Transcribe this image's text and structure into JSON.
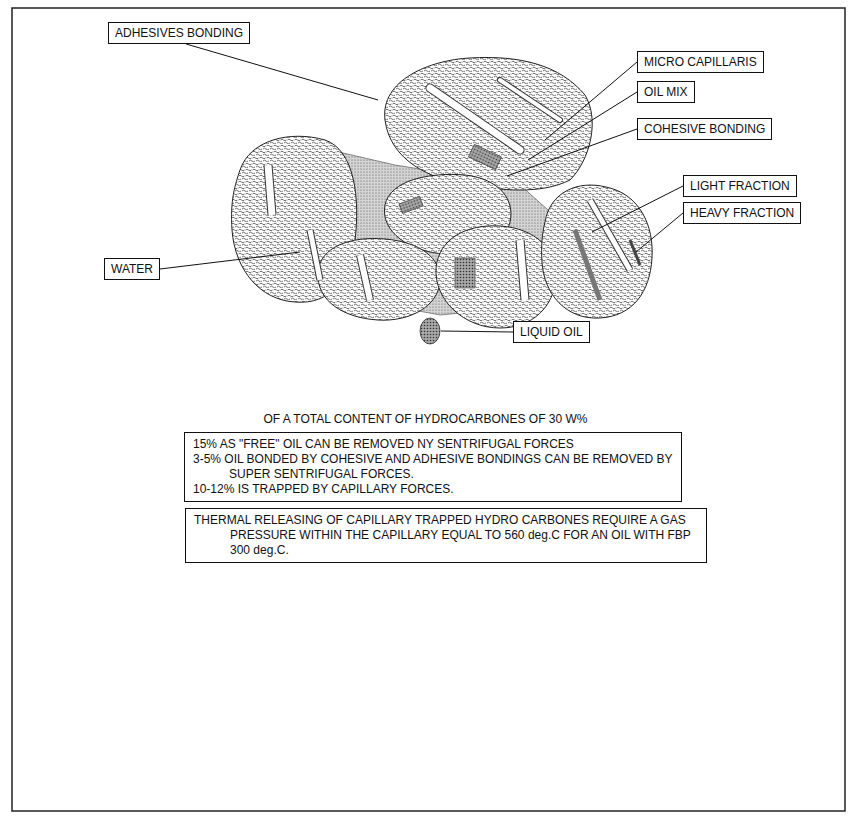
{
  "diagram": {
    "nodes": [
      {
        "text": [
          "ADHESIVES BONDING"
        ]
      },
      {
        "text": [
          "MICRO CAPILLARIS"
        ]
      },
      {
        "text": [
          "OIL MIX"
        ]
      },
      {
        "text": [
          "COHESIVE BONDING"
        ]
      },
      {
        "text": [
          "LIGHT FRACTION"
        ]
      },
      {
        "text": [
          "HEAVY FRACTION"
        ]
      },
      {
        "text": [
          "WATER"
        ]
      },
      {
        "text": [
          "LIQUID OIL"
        ]
      },
      {
        "text": [
          "15% AS \"FREE\" OIL CAN BE REMOVED NY SENTRIFUGAL FORCES",
          "3-5% OIL BONDED BY COHESIVE AND ADHESIVE BONDINGS CAN BE REMOVED BY SUPER SENTRIFUGAL FORCES.",
          "10-12% IS TRAPPED BY CAPILLARY FORCES."
        ]
      },
      {
        "text": [
          "THERMAL RELEASING OF CAPILLARY TRAPPED HYDRO CARBONES REQUIRE A GAS PRESSURE WITHIN THE CAPILLARY EQUAL TO 560 deg.C FOR AN OIL WITH FBP 300 deg.C."
        ]
      }
    ],
    "labels": [
      "OF A TOTAL CONTENT OF HYDROCARBONES OF 30 W%"
    ]
  }
}
